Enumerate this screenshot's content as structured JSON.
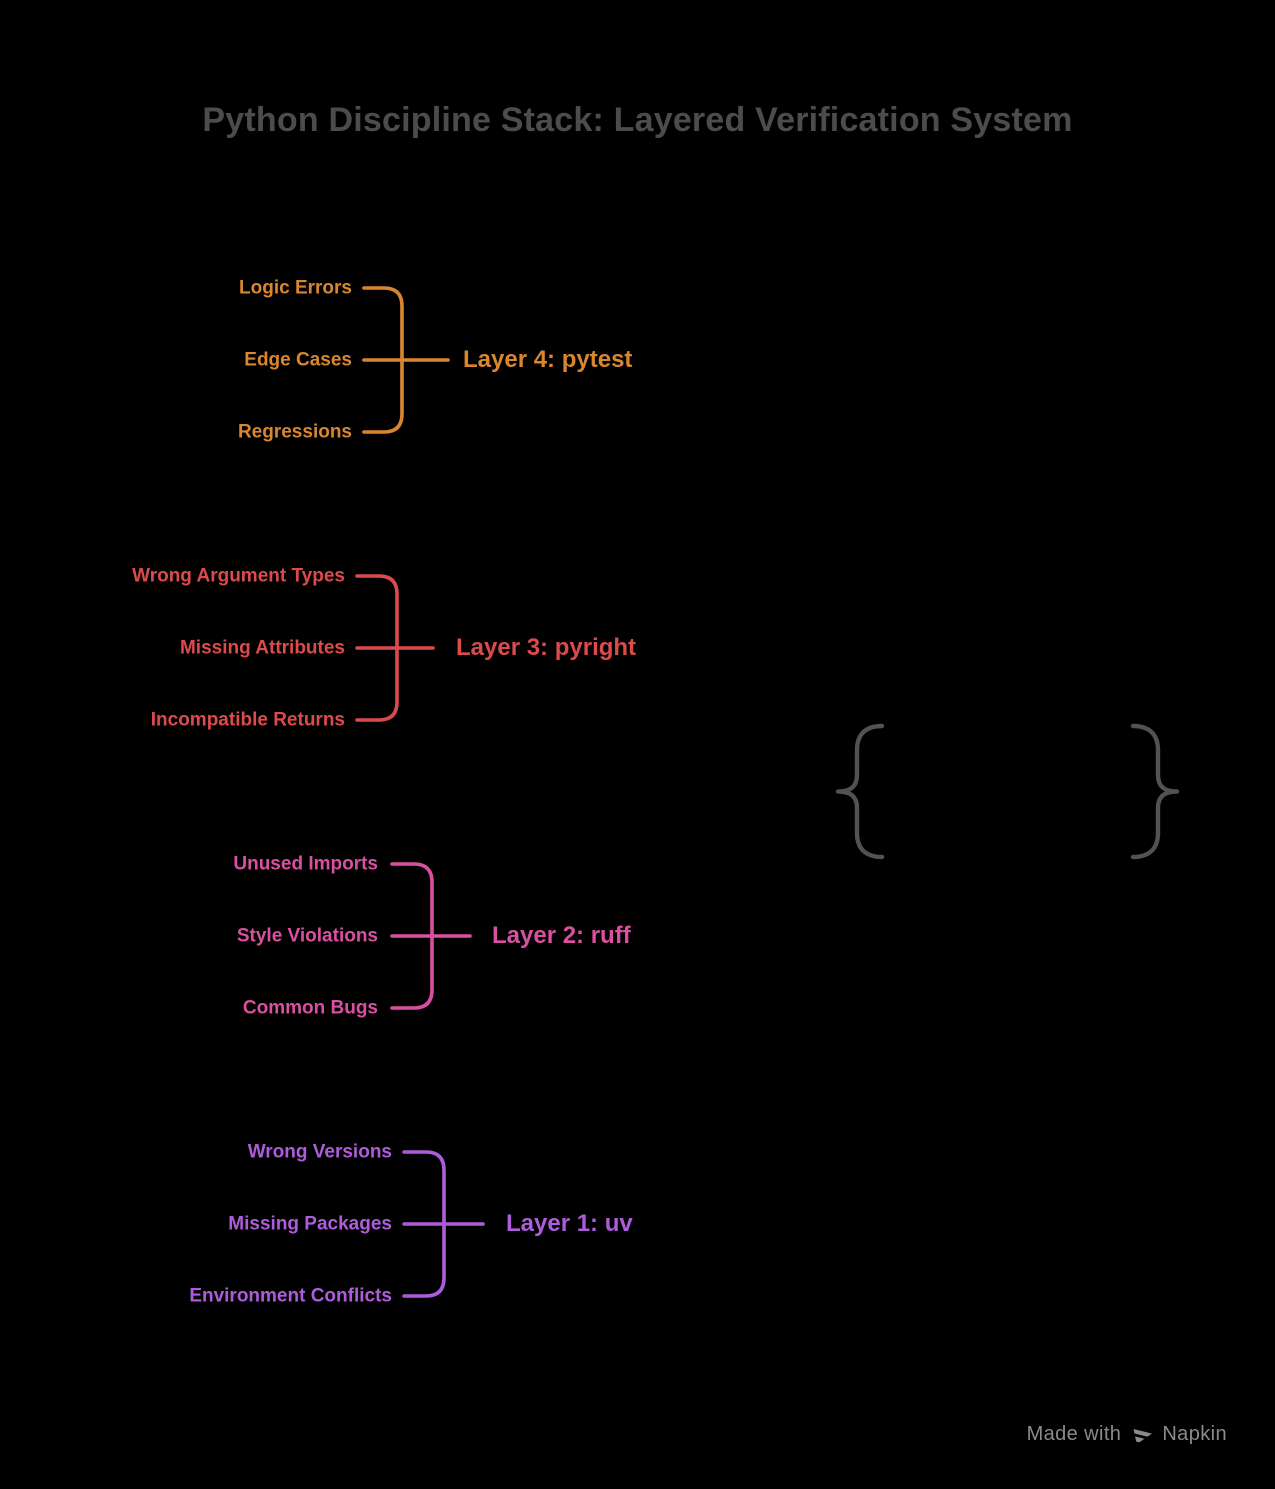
{
  "title": "Python Discipline Stack: Layered Verification System",
  "colors": {
    "background": "#000000",
    "title": "#4c4c4c",
    "brace": "#515156",
    "footer": "#8b8b8e"
  },
  "clusters": [
    {
      "label": "Layer 4: pytest",
      "color": "#d9862f",
      "items": [
        "Logic Errors",
        "Edge Cases",
        "Regressions"
      ]
    },
    {
      "label": "Layer 3: pyright",
      "color": "#dc4b4b",
      "items": [
        "Wrong Argument Types",
        "Missing Attributes",
        "Incompatible Returns"
      ]
    },
    {
      "label": "Layer 2: ruff",
      "color": "#d950a0",
      "items": [
        "Unused Imports",
        "Style Violations",
        "Common Bugs"
      ]
    },
    {
      "label": "Layer 1: uv",
      "color": "#ae5cdb",
      "items": [
        "Wrong Versions",
        "Missing Packages",
        "Environment Conflicts"
      ]
    }
  ],
  "footer": {
    "made_with": "Made with",
    "brand": "Napkin",
    "logo_icon": "napkin-logo-icon"
  }
}
